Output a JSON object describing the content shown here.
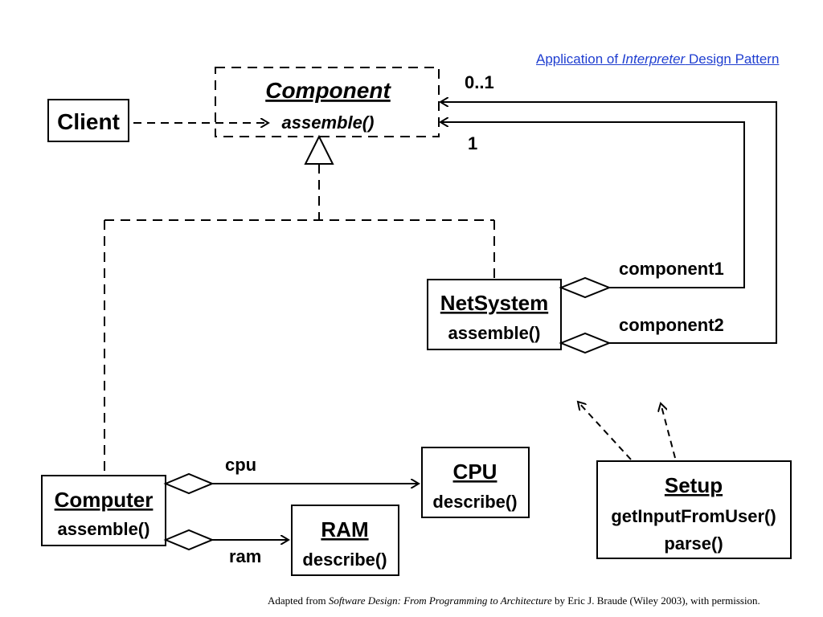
{
  "header_link": {
    "prefix": "Application of ",
    "emphasis": "Interpreter",
    "suffix": " Design Pattern"
  },
  "classes": {
    "component": {
      "name": "Component",
      "method": "assemble()"
    },
    "client": {
      "name": "Client"
    },
    "netsystem": {
      "name": "NetSystem",
      "method": "assemble()"
    },
    "computer": {
      "name": "Computer",
      "method": "assemble()"
    },
    "cpu": {
      "name": "CPU",
      "method": "describe()"
    },
    "ram": {
      "name": "RAM",
      "method": "describe()"
    },
    "setup": {
      "name": "Setup",
      "methods": [
        "getInputFromUser()",
        "parse()"
      ]
    }
  },
  "labels": {
    "multiplicity_top": "0..1",
    "multiplicity_bottom": "1",
    "component1": "component1",
    "component2": "component2",
    "cpu_role": "cpu",
    "ram_role": "ram"
  },
  "caption": {
    "prefix": "Adapted from ",
    "book": "Software Design: From Programming to Architecture",
    "suffix": " by Eric J. Braude (Wiley 2003), with permission."
  }
}
